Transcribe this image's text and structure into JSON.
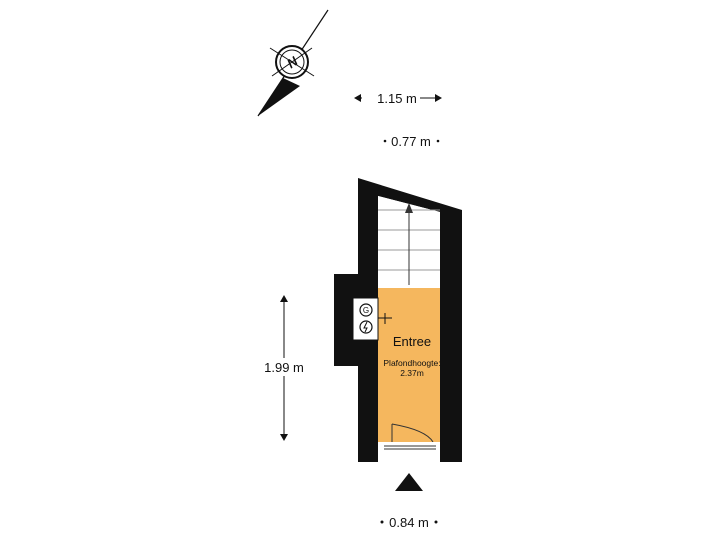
{
  "compass": {
    "letter": "N",
    "icon": "compass-north-icon"
  },
  "dimensions": {
    "top_width": "1.15 m",
    "mid_width": "0.77 m",
    "height": "1.99 m",
    "bottom_width": "0.84 m"
  },
  "room": {
    "name": "Entree",
    "ceiling_label": "Plafondhoogte:",
    "ceiling_value": "2.37m",
    "fill_color": "#f5b75e"
  },
  "entrance": {
    "icon": "entrance-arrow-icon"
  }
}
